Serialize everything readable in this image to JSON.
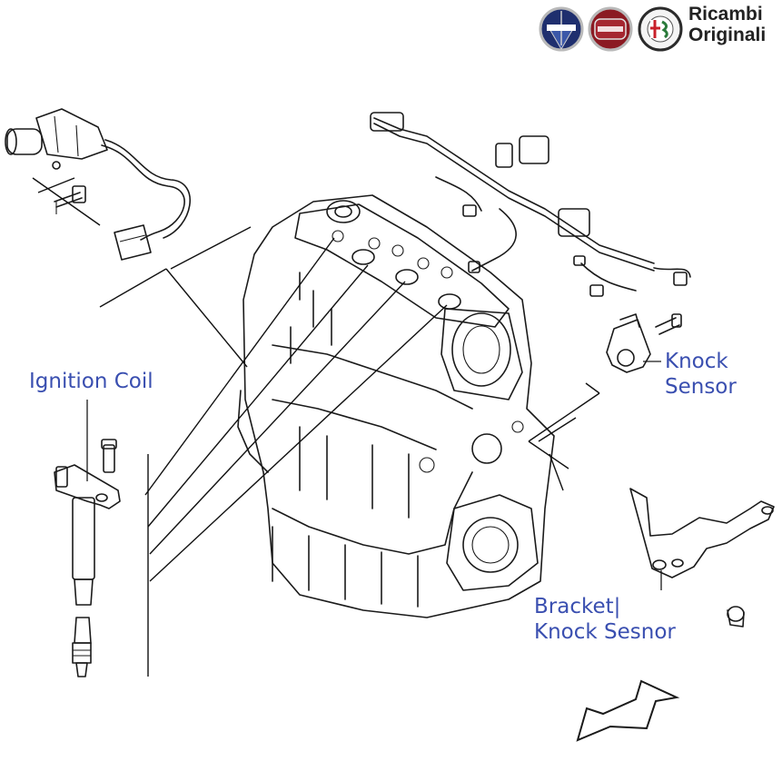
{
  "brand": {
    "logos": [
      {
        "name": "lancia-logo",
        "color": "#1f2f6e"
      },
      {
        "name": "fiat-logo",
        "color": "#8b1a22"
      },
      {
        "name": "alfa-romeo-logo",
        "color": "#2a7a3a"
      }
    ],
    "text_line1": "Ricambi",
    "text_line2": "Originali"
  },
  "labels": {
    "ignition_coil": "Ignition Coil",
    "knock_sensor_line1": "Knock",
    "knock_sensor_line2": "Sensor",
    "bracket_line1": "Bracket|",
    "bracket_line2": "Knock Sesnor"
  },
  "colors": {
    "label": "#3a4fb0",
    "ink": "#1a1a1a"
  }
}
